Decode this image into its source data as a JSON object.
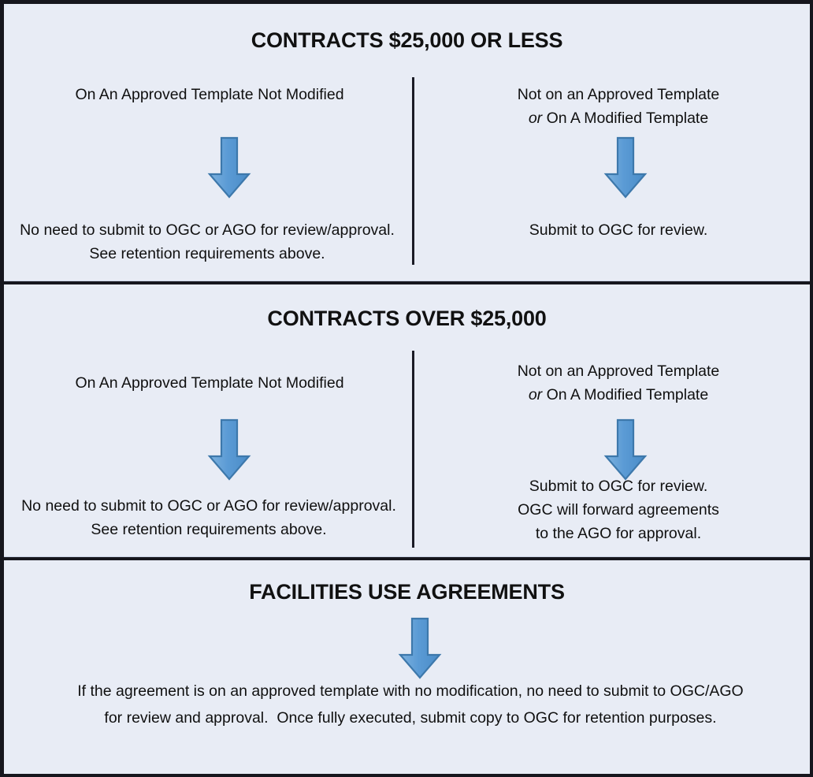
{
  "document": {
    "background_color": "#e8ecf5",
    "border_color": "#16161d",
    "text_color": "#101010",
    "arrow_color": "#5b9bd5",
    "arrow_border_color": "#3d78ab"
  },
  "sections": [
    {
      "id": "contracts-25000-or-less",
      "title": "CONTRACTS $25,000 OR LESS",
      "left": {
        "condition": "On An Approved Template Not Modified",
        "arrow": "down-arrow-icon",
        "outcome": "No need to submit to OGC or AGO for review/approval. See retention requirements above."
      },
      "right": {
        "condition_line1": "Not on an Approved Template",
        "condition_or": "or",
        "condition_line2": "On A Modified Template",
        "arrow": "down-arrow-icon",
        "outcome": "Submit to OGC for review."
      }
    },
    {
      "id": "contracts-over-25000",
      "title": "CONTRACTS OVER $25,000",
      "left": {
        "condition": "On An Approved Template Not Modified",
        "arrow": "down-arrow-icon",
        "outcome": "No need to submit to OGC or AGO for review/approval.  See retention requirements above."
      },
      "right": {
        "condition_line1": "Not on an Approved Template",
        "condition_or": "or",
        "condition_line2": "On A Modified Template",
        "arrow": "down-arrow-icon",
        "outcome_line1": "Submit to OGC for review.",
        "outcome_line2": "OGC will forward agreements",
        "outcome_line3": "to the AGO for approval."
      }
    },
    {
      "id": "facilities-use-agreements",
      "title": "FACILITIES USE AGREEMENTS",
      "arrow": "down-arrow-icon",
      "body_line1": "If the agreement is on an approved template with no modification, no need to submit to OGC/AGO",
      "body_line2": "for review and approval.  Once fully executed, submit copy to OGC for retention purposes."
    }
  ]
}
